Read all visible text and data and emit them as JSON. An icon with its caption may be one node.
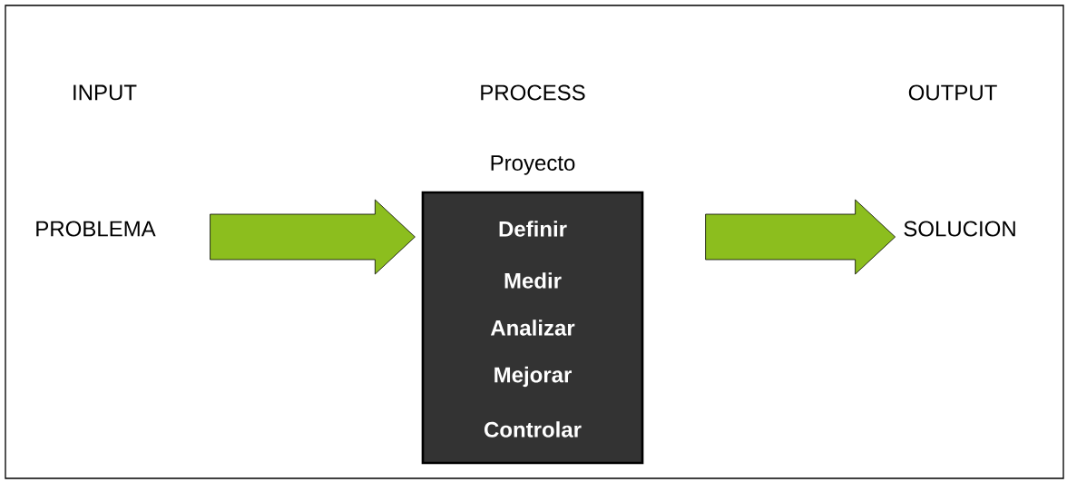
{
  "diagram": {
    "nodes": [
      {
        "text": [
          "PROBLEMA"
        ]
      },
      {
        "text": [
          "Proyecto",
          "Definir",
          "Medir",
          "Analizar",
          "Mejorar",
          "Controlar"
        ]
      },
      {
        "text": [
          "SOLUCION"
        ]
      }
    ],
    "edges": [
      {
        "from": 0,
        "to": 1,
        "arrow": "to"
      },
      {
        "from": 1,
        "to": 2,
        "arrow": "to"
      }
    ],
    "labels": [
      "INPUT",
      "PROCESS",
      "OUTPUT"
    ]
  }
}
